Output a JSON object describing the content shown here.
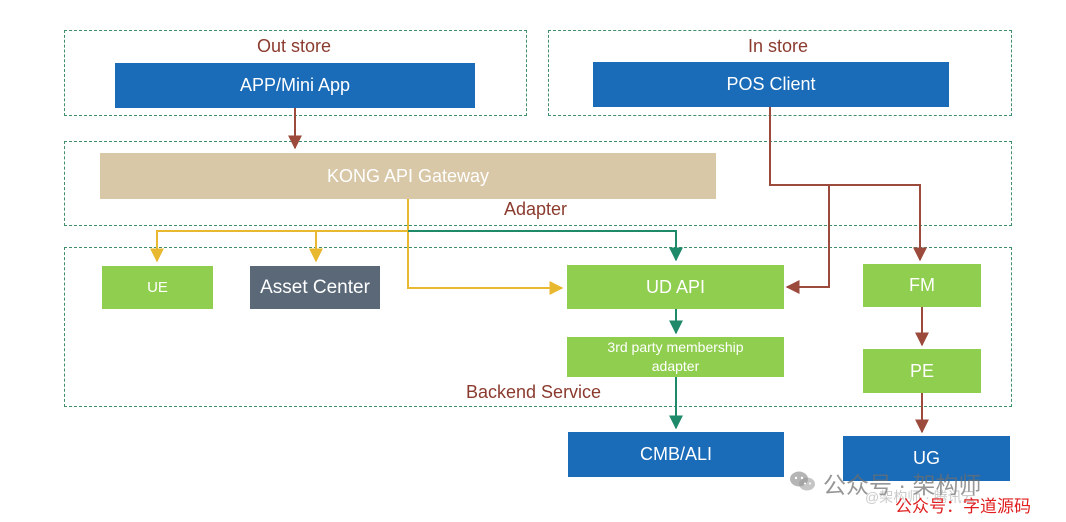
{
  "zones": {
    "out_store": "Out store",
    "in_store": "In store",
    "adapter": "Adapter",
    "backend_service": "Backend Service"
  },
  "nodes": {
    "app_mini_app": "APP/Mini App",
    "pos_client": "POS Client",
    "kong_api_gateway": "KONG API Gateway",
    "ue": "UE",
    "asset_center": "Asset Center",
    "ud_api": "UD API",
    "third_party_adapter_line1": "3rd party membership",
    "third_party_adapter_line2": "adapter",
    "fm": "FM",
    "pe": "PE",
    "cmb_ali": "CMB/ALI",
    "ug": "UG"
  },
  "watermarks": {
    "wechat_account": "公众号 · 架构师",
    "red_account": "公众号：字道源码",
    "faint_handle": "@架构师 · 腾讯云"
  },
  "colors": {
    "blue_box": "#1a6bb8",
    "green_box": "#8fce4e",
    "gray_box": "#5a6878",
    "gateway_tan": "#d8c8a8",
    "zone_border": "#3f8f6a",
    "label_brown": "#8b3b2e",
    "arrow_brown": "#9b4a3c",
    "arrow_yellow": "#e8b830",
    "arrow_green": "#1f8a6a"
  }
}
